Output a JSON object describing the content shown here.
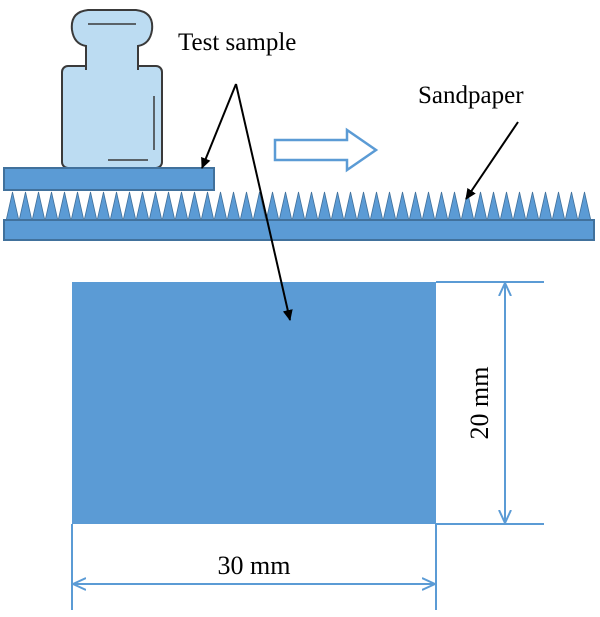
{
  "labels": {
    "test_sample": "Test sample",
    "sandpaper": "Sandpaper",
    "width_dim": "30 mm",
    "height_dim": "20 mm"
  },
  "colors": {
    "sample_fill": "#5b9bd5",
    "sample_stroke": "#41719c",
    "weight_fill": "#bcdcf2",
    "weight_stroke": "#3a3a3a",
    "dimension_line": "#5b9bd5",
    "arrow": "#000000"
  },
  "icons": {
    "weight": "calibration-weight-icon",
    "motion": "hollow-right-arrow-icon"
  }
}
